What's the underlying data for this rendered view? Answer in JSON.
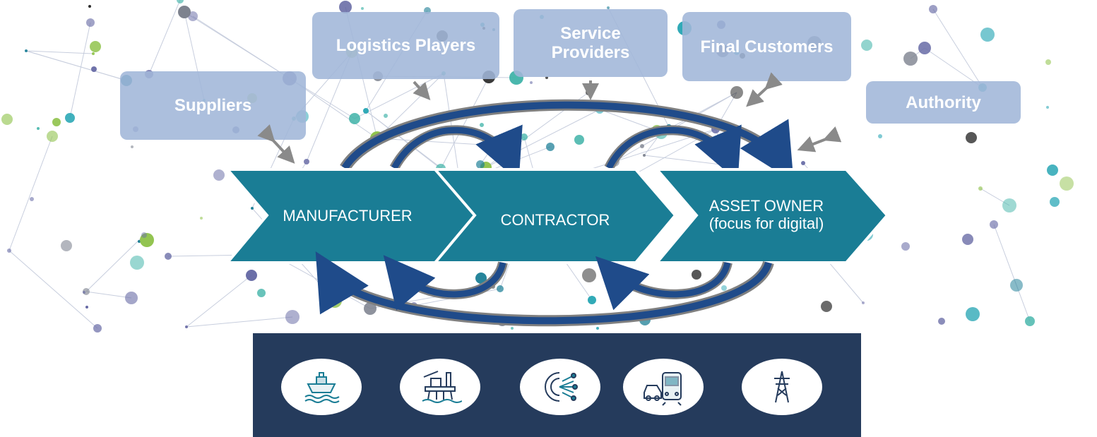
{
  "stakeholders": {
    "suppliers": "Suppliers",
    "logistics": "Logistics Players",
    "service": "Service Providers",
    "customers": "Final Customers",
    "authority": "Authority"
  },
  "value_chain": [
    {
      "label": "MANUFACTURER"
    },
    {
      "label": "CONTRACTOR"
    },
    {
      "label": "ASSET OWNER (focus for digital)"
    }
  ],
  "industries": [
    {
      "icon": "ship-icon"
    },
    {
      "icon": "offshore-platform-icon"
    },
    {
      "icon": "digital-gear-icon"
    },
    {
      "icon": "car-and-train-icon"
    },
    {
      "icon": "power-transmission-tower-icon"
    }
  ],
  "colors": {
    "chevron": "#1a7d95",
    "stakeholder_box": "#a0b6d8",
    "arrow": "#1f4b8a",
    "panel": "#253b5c"
  }
}
